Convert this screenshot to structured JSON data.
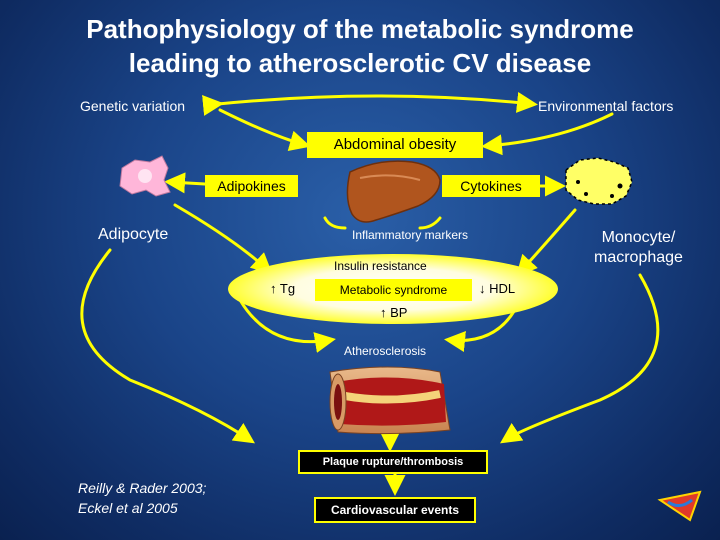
{
  "title": {
    "line1": "Pathophysiology of the metabolic syndrome",
    "line2": "leading to atherosclerotic CV disease"
  },
  "labels": {
    "genetic_variation": "Genetic variation",
    "environmental_factors": "Environmental factors",
    "abdominal_obesity": "Abdominal obesity",
    "adipokines": "Adipokines",
    "cytokines": "Cytokines",
    "adipocyte": "Adipocyte",
    "monocyte_line1": "Monocyte/",
    "monocyte_line2": "macrophage",
    "inflammatory_markers": "Inflammatory markers",
    "insulin_resistance": "Insulin resistance",
    "tg": "Tg",
    "metabolic_syndrome": "Metabolic syndrome",
    "hdl": "HDL",
    "bp": "BP",
    "atherosclerosis": "Atherosclerosis",
    "plaque_rupture": "Plaque rupture/thrombosis",
    "cardiovascular_events": "Cardiovascular events"
  },
  "symbols": {
    "up_arrow": "↑",
    "down_arrow": "↓"
  },
  "reference": {
    "line1": "Reilly & Rader 2003;",
    "line2": "Eckel et al 2005"
  },
  "colors": {
    "background": "#1a4488",
    "arrow": "#ffff00",
    "box_fill": "#ffff00",
    "oval_fill": "#ffff00",
    "text": "#ffffff"
  },
  "icons": [
    "adipocyte-cell-icon",
    "liver-icon",
    "macrophage-cell-icon",
    "artery-cross-section-icon",
    "logo-icon"
  ]
}
